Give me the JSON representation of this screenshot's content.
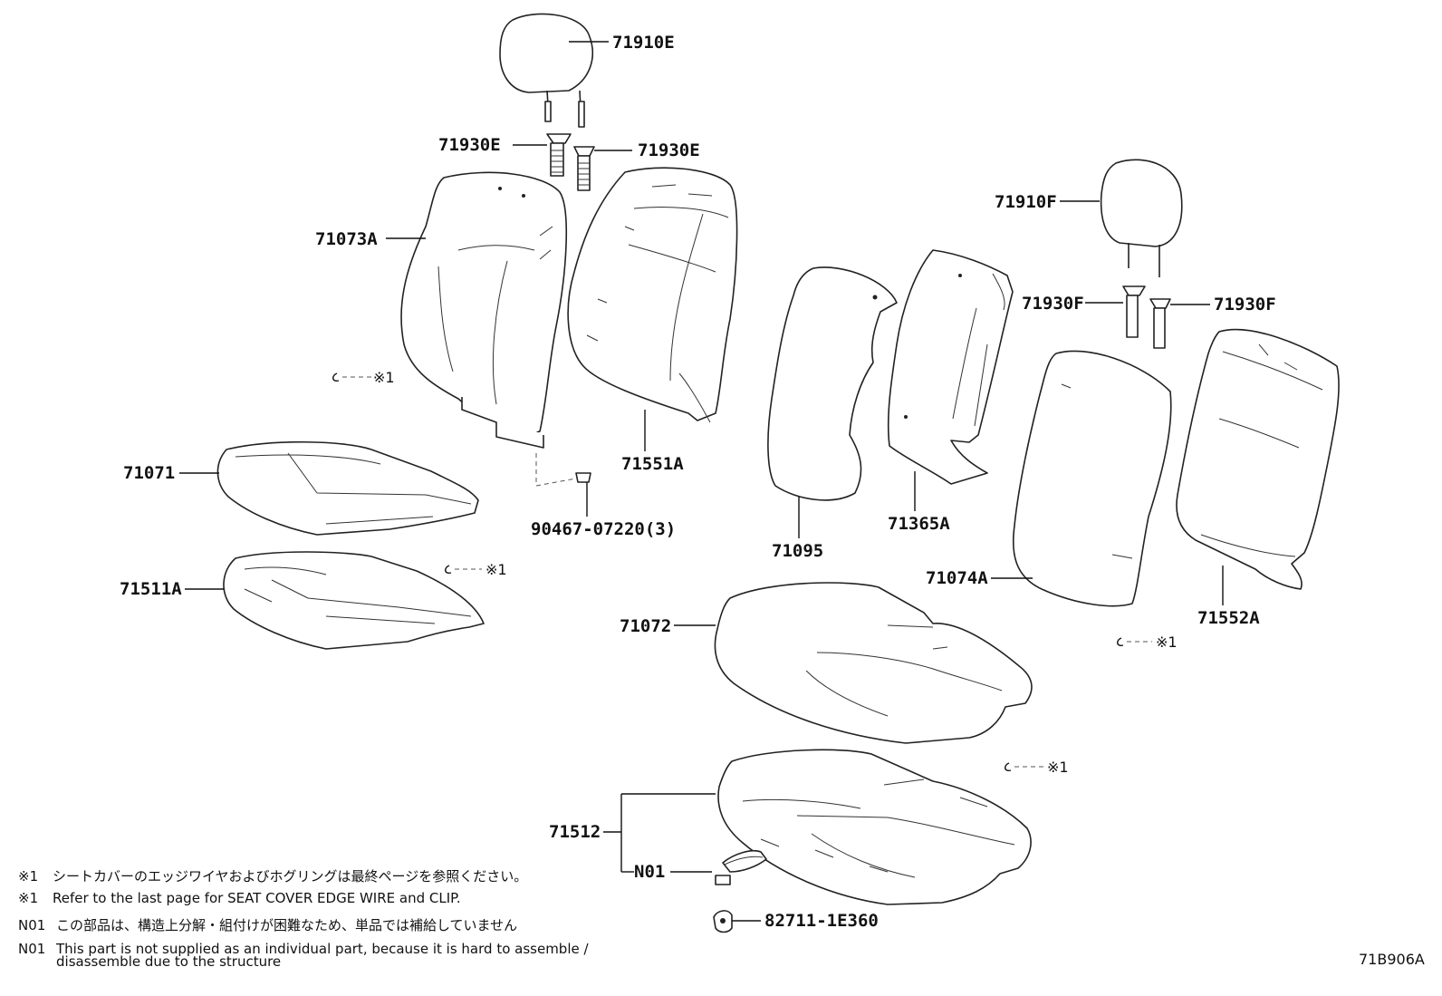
{
  "diagram_id": "71B906A",
  "labels": {
    "p71910E": "71910E",
    "p71930E_left": "71930E",
    "p71930E_right": "71930E",
    "p71073A": "71073A",
    "p71551A": "71551A",
    "p71071": "71071",
    "p71511A": "71511A",
    "p90467": "90467-07220(3)",
    "p71910F": "71910F",
    "p71930F_left": "71930F",
    "p71930F_right": "71930F",
    "p71095": "71095",
    "p71365A": "71365A",
    "p71074A": "71074A",
    "p71552A": "71552A",
    "p71072": "71072",
    "p71512": "71512",
    "pN01": "N01",
    "p82711": "82711-1E360"
  },
  "clip_refs": {
    "ref1": "※1",
    "ref2": "※1",
    "ref3": "※1",
    "ref4": "※1"
  },
  "notes": {
    "ref_mark": "※1",
    "ref_jp": "シートカバーのエッジワイヤおよびホグリングは最終ページを参照ください。",
    "ref_en": "Refer to the last page for SEAT COVER EDGE WIRE and CLIP.",
    "n01_mark": "N01",
    "n01_jp": "この部品は、構造上分解・組付けが困難なため、単品では補給していません",
    "n01_en_1": "This part is not supplied as an individual part, because it is hard to assemble /",
    "n01_en_2": "disassemble due to the structure"
  }
}
